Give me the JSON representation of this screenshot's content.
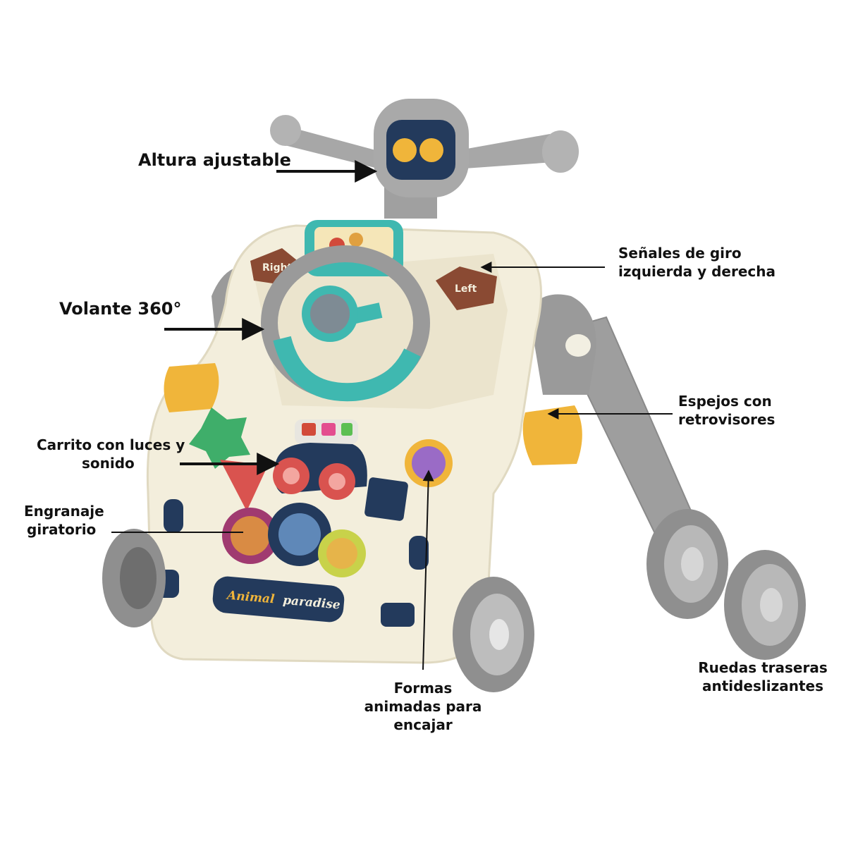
{
  "annotations": {
    "altura": "Altura ajustable",
    "senales": [
      "Señales de giro",
      "izquierda y derecha"
    ],
    "volante": "Volante 360°",
    "espejos": [
      "Espejos con",
      "retrovisores"
    ],
    "carrito": [
      "Carrito con luces y",
      "sonido"
    ],
    "engranaje": [
      "Engranaje",
      "giratorio"
    ],
    "formas": [
      "Formas",
      "animadas para",
      "encajar"
    ],
    "ruedas": [
      "Ruedas traseras",
      "antideslizantes"
    ]
  },
  "toy_print": {
    "brand_a": "Animal",
    "brand_b": "paradise",
    "turn_right": "Right",
    "turn_left": "Left"
  },
  "colors": {
    "body_cream": "#f3eedc",
    "frame_gray": "#a9a9a9",
    "dark_navy": "#233a5c",
    "teal": "#3fb8b0",
    "mustard": "#f0b53a",
    "arrow_black": "#111111"
  }
}
